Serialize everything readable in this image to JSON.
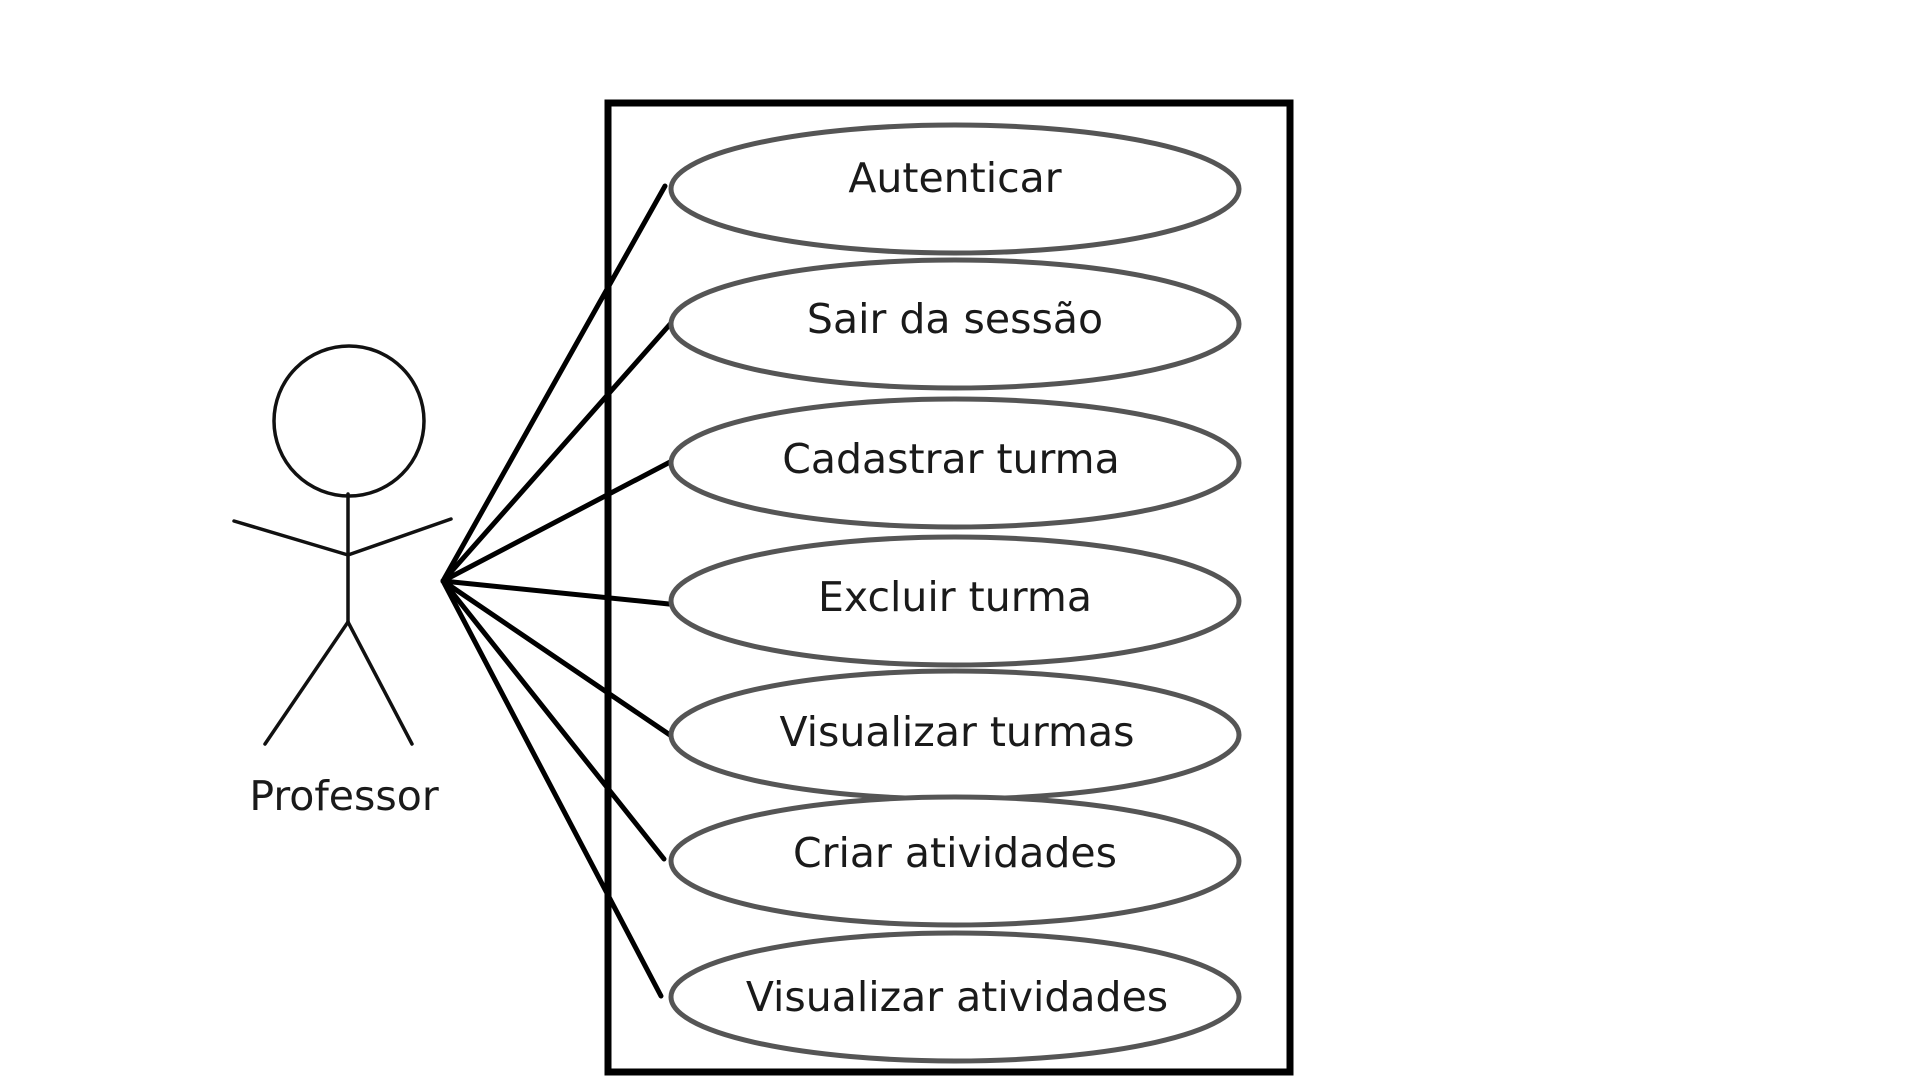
{
  "diagram": {
    "type": "uml-use-case",
    "actor": {
      "name": "Professor"
    },
    "use_cases": [
      {
        "label": "Autenticar"
      },
      {
        "label": "Sair da sessão"
      },
      {
        "label": "Cadastrar turma"
      },
      {
        "label": "Excluir turma"
      },
      {
        "label": "Visualizar turmas"
      },
      {
        "label": "Criar atividades"
      },
      {
        "label": "Visualizar atividades"
      }
    ],
    "colors": {
      "boundary": "#000000",
      "ellipse_stroke": "#555555",
      "association": "#000000",
      "text": "#1a1a1a"
    }
  }
}
